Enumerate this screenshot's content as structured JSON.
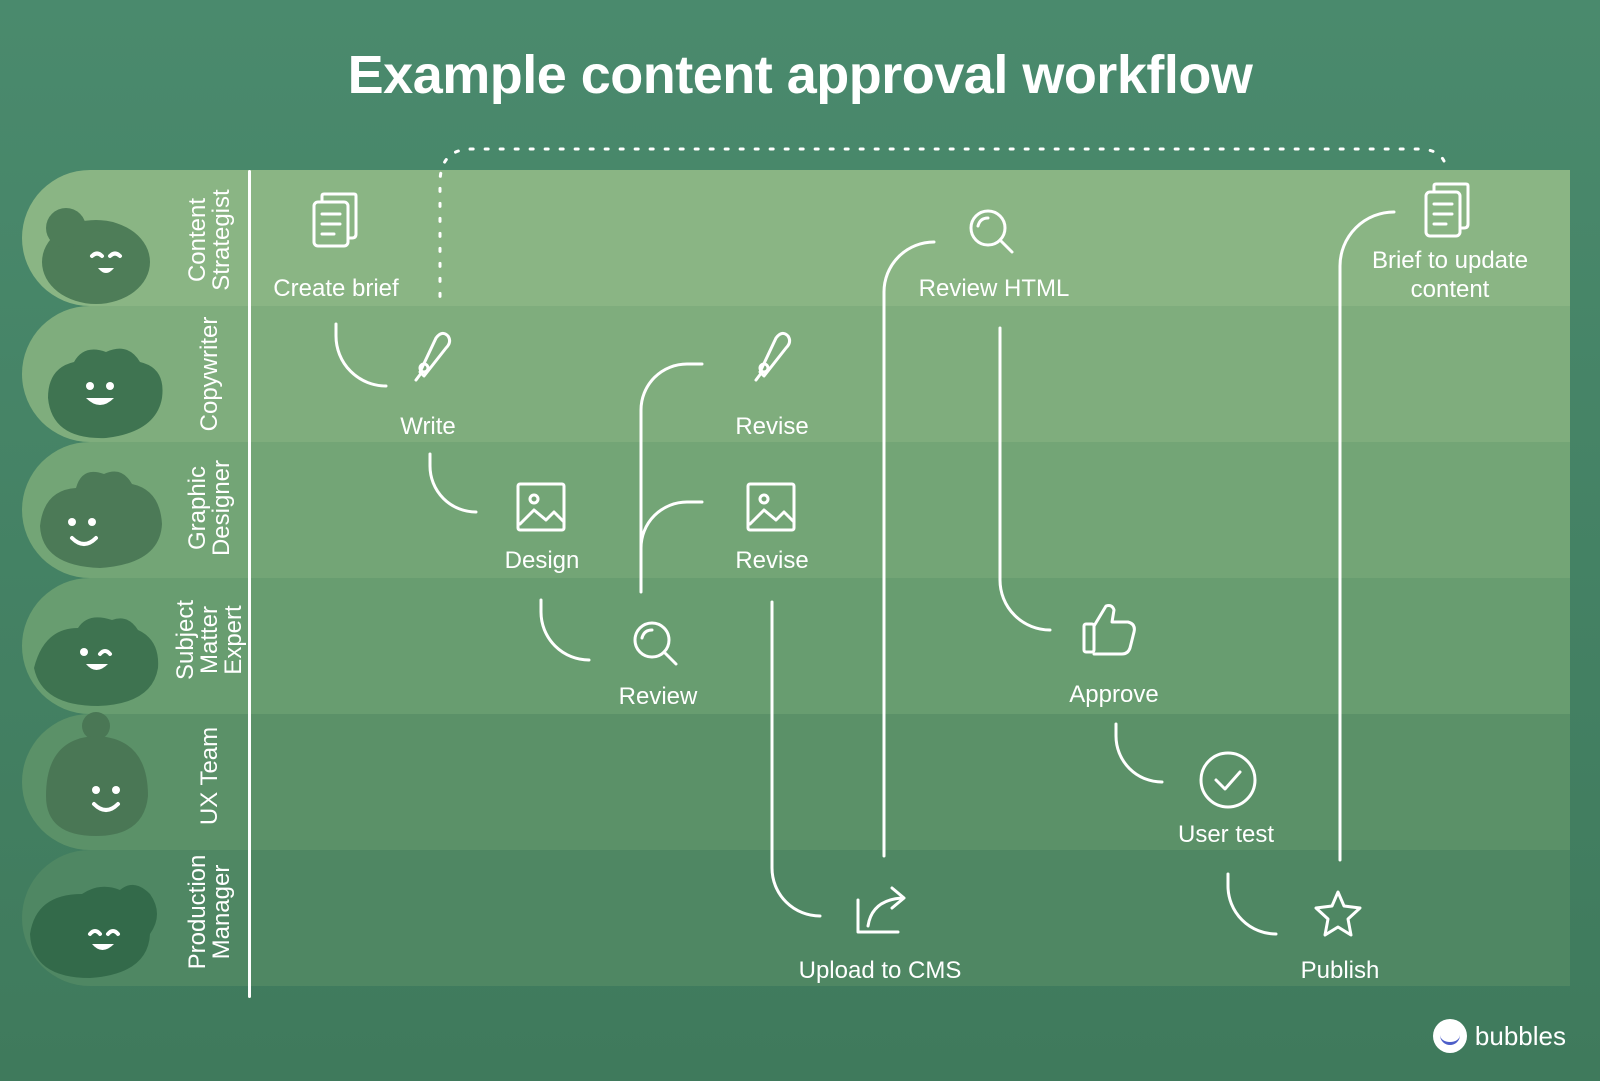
{
  "title": "Example content approval workflow",
  "lanes": [
    {
      "name": "lane-content-strategist",
      "label_line1": "Content",
      "label_line2": "Strategist",
      "color": "#8ab584",
      "avatar_color": "#4e7d58"
    },
    {
      "name": "lane-copywriter",
      "label_line1": "Copywriter",
      "label_line2": "",
      "color": "#7fad7d",
      "avatar_color": "#3f7451"
    },
    {
      "name": "lane-graphic-designer",
      "label_line1": "Graphic",
      "label_line2": "Designer",
      "color": "#73a576",
      "avatar_color": "#4c7a57"
    },
    {
      "name": "lane-subject-matter-expert",
      "label_line1": "Subject",
      "label_line2": "Matter",
      "label_line3": "Expert",
      "color": "#689d70",
      "avatar_color": "#3e7350"
    },
    {
      "name": "lane-ux-team",
      "label_line1": "UX Team",
      "label_line2": "",
      "color": "#5b9168",
      "avatar_color": "#4a7755"
    },
    {
      "name": "lane-production-manager",
      "label_line1": "Production",
      "label_line2": "Manager",
      "color": "#4f8763",
      "avatar_color": "#336a4a"
    }
  ],
  "steps": {
    "create_brief": "Create brief",
    "write": "Write",
    "revise_copy": "Revise",
    "review_html": "Review HTML",
    "brief_update_line1": "Brief to update",
    "brief_update_line2": "content",
    "design": "Design",
    "revise_design": "Revise",
    "review": "Review",
    "approve": "Approve",
    "user_test": "User test",
    "upload": "Upload to CMS",
    "publish": "Publish"
  },
  "icons": {
    "create_brief": "document-icon",
    "write": "pen-icon",
    "revise_copy": "pen-icon",
    "review_html": "magnifier-icon",
    "brief_update": "document-icon",
    "design": "image-icon",
    "revise_design": "image-icon",
    "review": "magnifier-icon",
    "approve": "thumbs-up-icon",
    "user_test": "check-circle-icon",
    "upload": "share-icon",
    "publish": "star-icon"
  },
  "brand": {
    "name": "bubbles",
    "mark_color": "#4d5ec9"
  }
}
